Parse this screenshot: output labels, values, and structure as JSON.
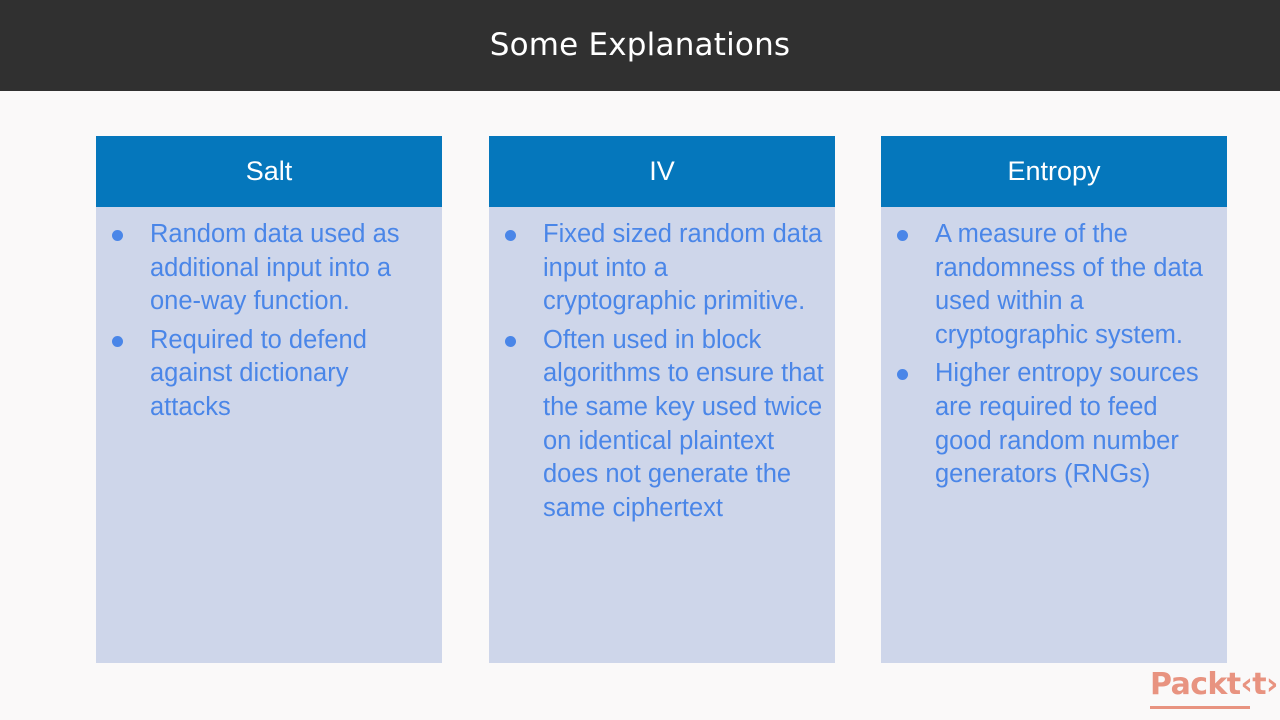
{
  "titlebar": {
    "title": "Some Explanations",
    "background": "#303030",
    "text_color": "#ffffff"
  },
  "slide": {
    "background": "#faf9f9",
    "accent_header": "#0577bc",
    "card_background": "#ced6ea",
    "body_text_color": "#4a86e8"
  },
  "columns": [
    {
      "header": "Salt",
      "bullets": [
        "Random data used as additional input into a one-way function.",
        "Required to defend against dictionary attacks"
      ]
    },
    {
      "header": "IV",
      "bullets": [
        "Fixed sized random data input into a cryptographic primitive.",
        "Often used in block algorithms to ensure that the same key used twice on identical plaintext does not generate the same ciphertext"
      ]
    },
    {
      "header": "Entropy",
      "bullets": [
        "A measure of the randomness of the data used within a cryptographic system.",
        "Higher entropy sources are required to feed good random number generators (RNGs)"
      ]
    }
  ],
  "branding": {
    "logo_text": "Packt‹t›",
    "logo_color": "#e89380"
  }
}
